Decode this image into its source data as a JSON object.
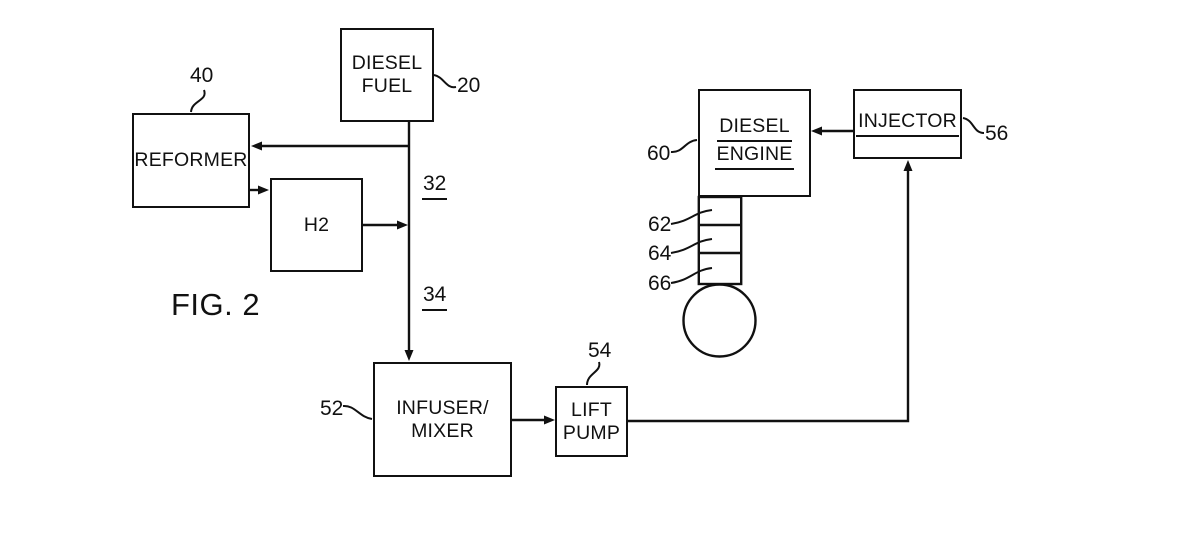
{
  "figure_label": "FIG. 2",
  "boxes": {
    "diesel_fuel": {
      "line1": "DIESEL",
      "line2": "FUEL"
    },
    "reformer": {
      "label": "REFORMER"
    },
    "h2": {
      "label": "H2"
    },
    "infuser_mixer": {
      "line1": "INFUSER/",
      "line2": "MIXER"
    },
    "lift_pump": {
      "line1": "LIFT",
      "line2": "PUMP"
    },
    "diesel_engine": {
      "line1": "DIESEL",
      "line2": "ENGINE"
    },
    "injector": {
      "label": "INJECTOR"
    }
  },
  "refs": {
    "diesel_fuel": "20",
    "reformer": "40",
    "infuser_mixer": "52",
    "lift_pump": "54",
    "injector": "56",
    "diesel_engine": "60",
    "stream_32": "32",
    "stream_34": "34",
    "cylinder_62": "62",
    "cylinder_64": "64",
    "cylinder_66": "66"
  },
  "colors": {
    "line": "#111111",
    "background": "#ffffff"
  }
}
